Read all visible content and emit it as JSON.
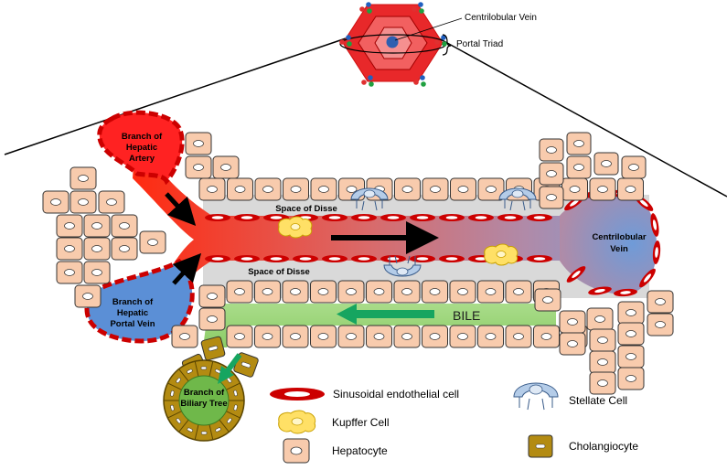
{
  "top": {
    "centrilobular_label": "Centrilobular Vein",
    "portal_triad_label": "Portal Triad"
  },
  "labels": {
    "hepatic_artery": [
      "Branch of",
      "Hepatic",
      "Artery"
    ],
    "portal_vein": [
      "Branch of",
      "Hepatic",
      "Portal Vein"
    ],
    "biliary_tree": [
      "Branch of",
      "Biliary Tree"
    ],
    "central_vein": [
      "Centrilobular",
      "Vein"
    ],
    "space_of_disse_top": "Space of Disse",
    "space_of_disse_bottom": "Space of Disse",
    "bile": "BILE"
  },
  "legend": {
    "endothelial": "Sinusoidal endothelial cell",
    "kupffer": "Kupffer Cell",
    "hepatocyte": "Hepatocyte",
    "stellate": "Stellate Cell",
    "cholangiocyte": "Cholangiocyte"
  },
  "colors": {
    "blood_red": "#ff1a1a",
    "portal_blue": "#5b8fd6",
    "endothelium": "#cc0000",
    "hepatocyte_fill": "#f8cbad",
    "bile_green": "#8fce6a",
    "stellate_fill": "#b4cce8",
    "kupffer_fill": "#ffe066",
    "cholangiocyte_fill": "#b38b12"
  }
}
